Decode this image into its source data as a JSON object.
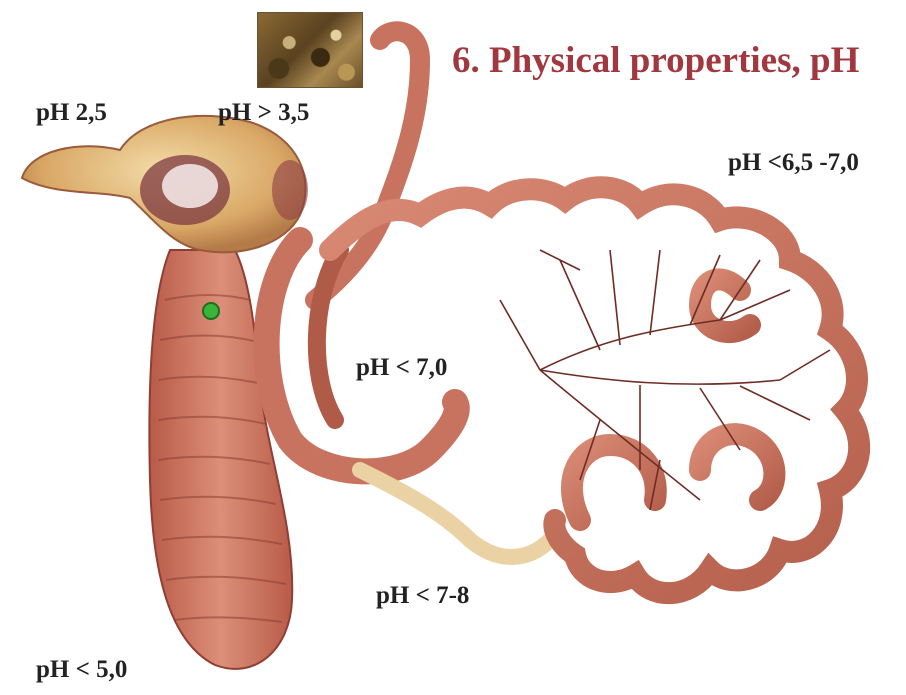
{
  "title": "6. Physical properties, pH",
  "labels": {
    "stomach_fundus": "pH 2,5",
    "stomach_body": "pH > 3,5",
    "jejunum": "pH <6,5 -7,0",
    "duodenum": "pH  < 7,0",
    "ileum": "pH < 7-8",
    "rumen": "pH < 5,0"
  },
  "colors": {
    "title": "#a2383f",
    "label": "#222222",
    "intestine": "#c8735f",
    "intestine_dark": "#8e3e34",
    "stomach": "#e2b878",
    "mesentery": "#6e2c25",
    "marker": "#3cb33a"
  },
  "icons": {
    "photo": "tissue-photo-thumbnail",
    "marker": "green-dot-marker"
  }
}
